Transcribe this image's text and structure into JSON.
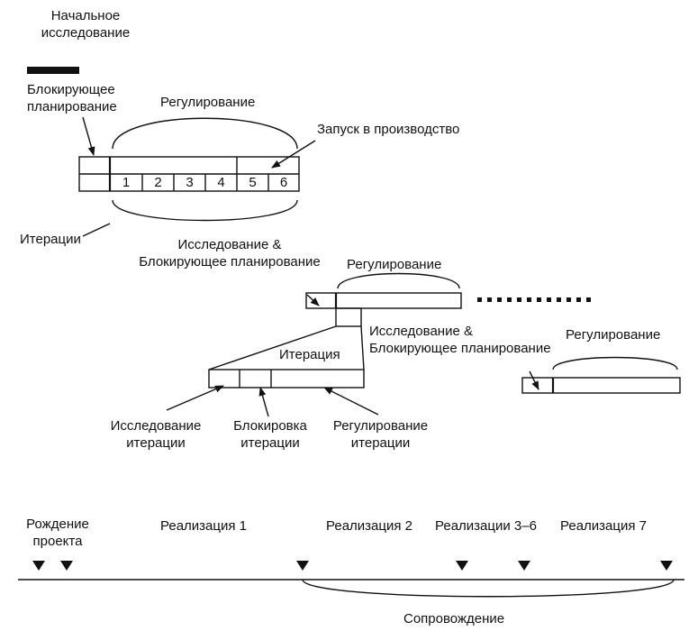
{
  "labels": {
    "initial_research": [
      "Начальное",
      "исследование"
    ],
    "blocking_planning": [
      "Блокирующее",
      "планирование"
    ],
    "regulation_top": "Регулирование",
    "launch": "Запуск в производство",
    "iterations": "Итерации",
    "iteration_numbers": [
      "1",
      "2",
      "3",
      "4",
      "5",
      "6"
    ],
    "research_blocking_1": [
      "Исследование &",
      "Блокирующее планирование"
    ],
    "regulation_mid": "Регулирование",
    "iteration": "Итерация",
    "research_blocking_2": [
      "Исследование &",
      "Блокирующее планирование"
    ],
    "regulation_right": "Регулирование",
    "iter_research": [
      "Исследование",
      "итерации"
    ],
    "iter_blocking": [
      "Блокировка",
      "итерации"
    ],
    "iter_regulation": [
      "Регулирование",
      "итерации"
    ]
  },
  "timeline": {
    "birth": [
      "Рождение",
      "проекта"
    ],
    "release1": "Реализация 1",
    "release2": "Реализация 2",
    "release3_6": "Реализации 3–6",
    "release7": "Реализация 7",
    "maintenance": "Сопровождение"
  }
}
